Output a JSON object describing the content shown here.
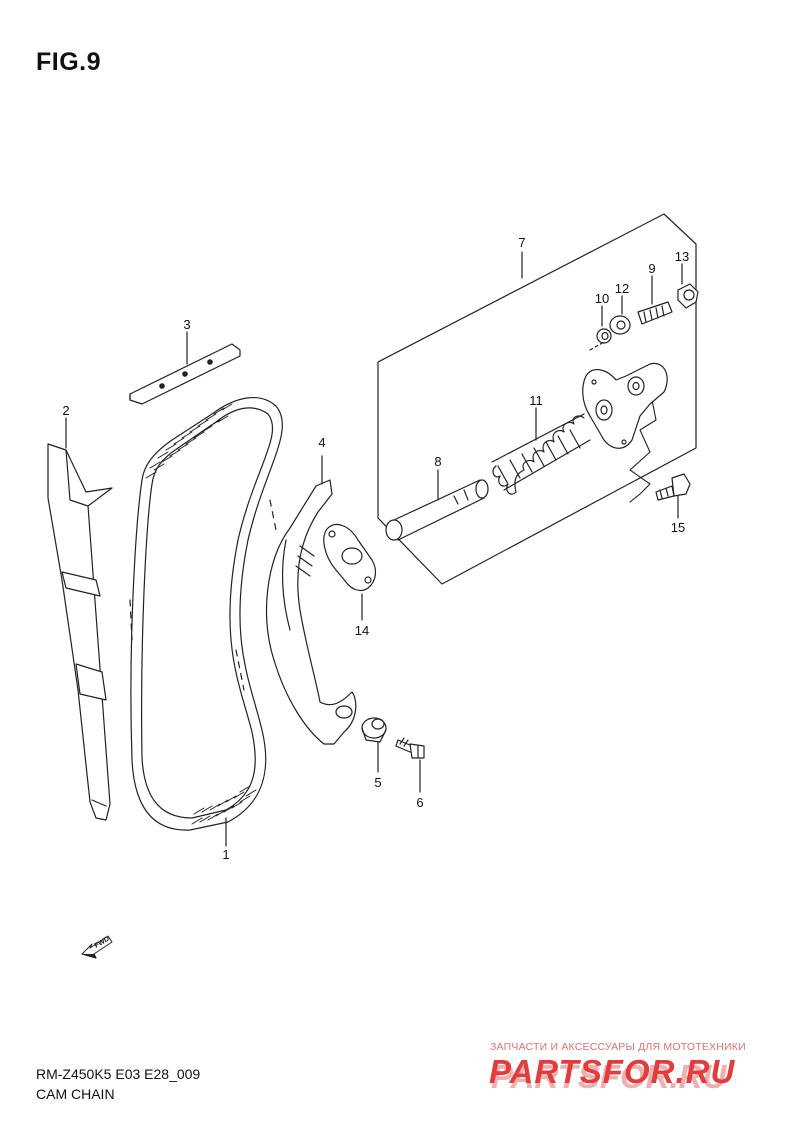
{
  "figure": {
    "title": "FIG.9"
  },
  "callouts": [
    {
      "id": "part-1",
      "label": "1"
    },
    {
      "id": "part-2",
      "label": "2"
    },
    {
      "id": "part-3",
      "label": "3"
    },
    {
      "id": "part-4",
      "label": "4"
    },
    {
      "id": "part-5",
      "label": "5"
    },
    {
      "id": "part-6",
      "label": "6"
    },
    {
      "id": "part-7",
      "label": "7"
    },
    {
      "id": "part-8",
      "label": "8"
    },
    {
      "id": "part-9",
      "label": "9"
    },
    {
      "id": "part-10",
      "label": "10"
    },
    {
      "id": "part-11",
      "label": "11"
    },
    {
      "id": "part-12",
      "label": "12"
    },
    {
      "id": "part-13",
      "label": "13"
    },
    {
      "id": "part-14",
      "label": "14"
    },
    {
      "id": "part-15",
      "label": "15"
    }
  ],
  "direction_badge": {
    "text": "FWD"
  },
  "footer": {
    "model_code": "RM-Z450K5 E03 E28_009",
    "section_name": "CAM CHAIN"
  },
  "watermark": {
    "tagline": "ЗАПЧАСТИ И АКСЕССУАРЫ ДЛЯ МОТОТЕХНИКИ",
    "logo_text": "PARTSFOR.RU"
  }
}
